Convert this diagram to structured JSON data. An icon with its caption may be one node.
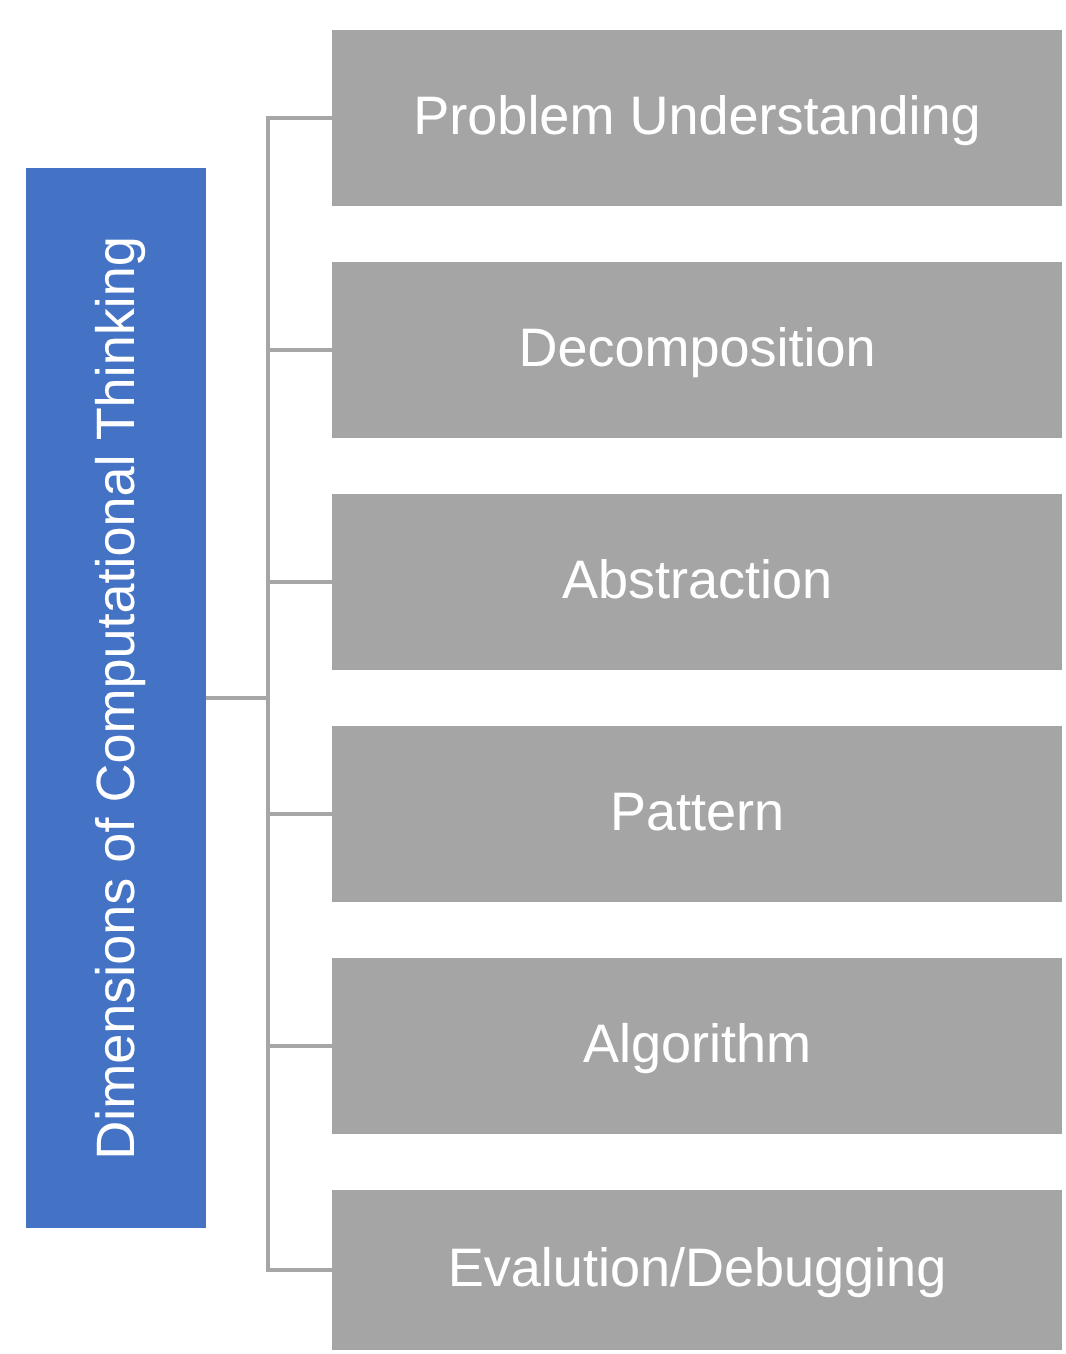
{
  "diagram": {
    "nodes": [
      {
        "text": [
          "Dimensions of Computational Thinking"
        ]
      },
      {
        "text": [
          "Problem Understanding"
        ]
      },
      {
        "text": [
          "Decomposition"
        ]
      },
      {
        "text": [
          "Abstraction"
        ]
      },
      {
        "text": [
          "Pattern"
        ]
      },
      {
        "text": [
          "Algorithm"
        ]
      },
      {
        "text": [
          "Evalution/Debugging"
        ]
      }
    ],
    "edges": [
      {
        "from": 0,
        "to": 1,
        "arrow": "none"
      },
      {
        "from": 0,
        "to": 2,
        "arrow": "none"
      },
      {
        "from": 0,
        "to": 3,
        "arrow": "none"
      },
      {
        "from": 0,
        "to": 4,
        "arrow": "none"
      },
      {
        "from": 0,
        "to": 5,
        "arrow": "none"
      },
      {
        "from": 0,
        "to": 6,
        "arrow": "none"
      }
    ]
  }
}
